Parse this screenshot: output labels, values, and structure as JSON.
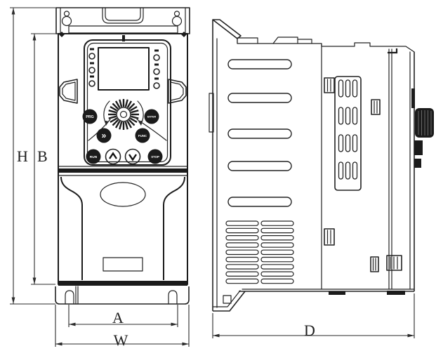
{
  "page": {
    "background": "#ffffff",
    "line_color": "#222222",
    "accent_fill": "#1b1b1b"
  },
  "drawing": {
    "kind": "inverter-dimension-drawing",
    "views": [
      "front-view",
      "side-view"
    ]
  },
  "dimensions": {
    "overall_height": "H",
    "body_height": "B",
    "mounting_width": "A",
    "overall_width": "W",
    "overall_depth": "D"
  },
  "keypad": {
    "buttons": {
      "prg": "PRG",
      "enter": "ENTER",
      "shift": "»",
      "func": "FUNC",
      "run": "RUN",
      "up": "∧",
      "down": "∨",
      "stop": "STOP"
    },
    "led_indicators": {
      "left_count": 3,
      "right_count": 3
    }
  }
}
